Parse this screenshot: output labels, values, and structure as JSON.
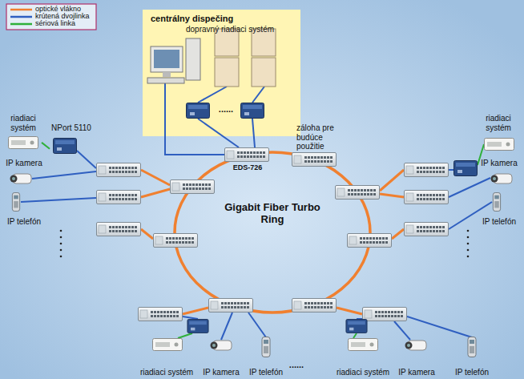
{
  "diagram": {
    "nodes": [
      {
        "text": [
          "centrálny dispečing",
          "dopravný riadiaci systém"
        ]
      },
      {
        "text": [
          "EDS-726"
        ]
      },
      {
        "text": [
          "záloha pre budúce použitie"
        ]
      },
      {
        "text": [
          "riadiaci systém"
        ]
      },
      {
        "text": [
          "NPort 5110"
        ]
      },
      {
        "text": [
          "IP kamera"
        ]
      },
      {
        "text": [
          "IP telefón"
        ]
      },
      {
        "text": [
          "riadiaci systém"
        ]
      },
      {
        "text": [
          "IP kamera"
        ]
      },
      {
        "text": [
          "IP telefón"
        ]
      },
      {
        "text": [
          "riadiaci systém"
        ]
      },
      {
        "text": [
          "IP kamera"
        ]
      },
      {
        "text": [
          "IP telefón"
        ]
      },
      {
        "text": [
          "riadiaci systém"
        ]
      },
      {
        "text": [
          "IP kamera"
        ]
      },
      {
        "text": [
          "IP telefón"
        ]
      }
    ],
    "edges": [
      {
        "from": 3,
        "to": 4,
        "arrow": "none"
      }
    ],
    "labels": [
      "Gigabit Fiber Turbo Ring",
      "......",
      "......"
    ],
    "legend": [
      {
        "text": "optické vlákno"
      },
      {
        "text": "krútená dvojlinka"
      },
      {
        "text": "sériová linka"
      }
    ]
  }
}
